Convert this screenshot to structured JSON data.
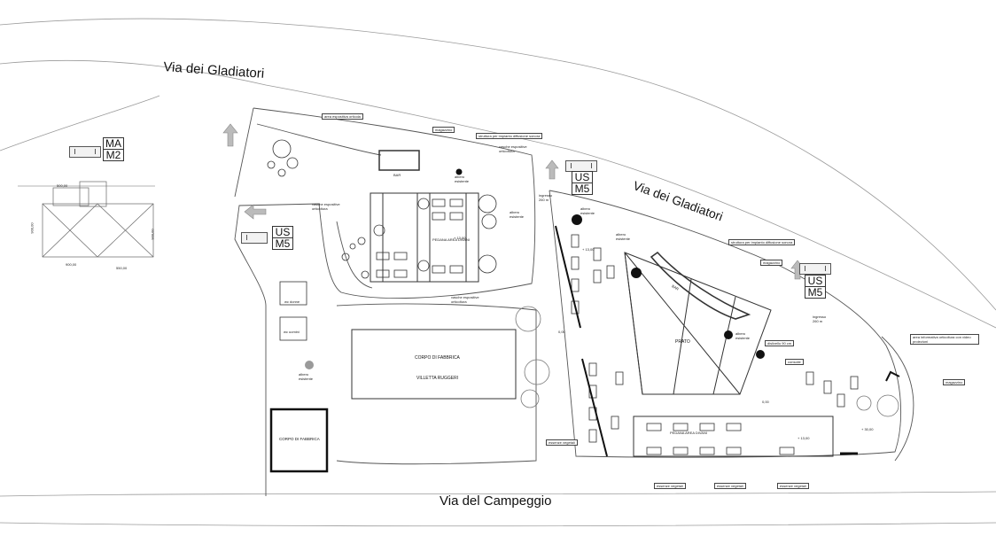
{
  "streets": {
    "north": "Via dei Gladiatori",
    "east": "Via dei Gladiatori",
    "south": "Via del Campeggio"
  },
  "zone_codes": [
    {
      "top": "MA",
      "bottom": "M2"
    },
    {
      "top": "US",
      "bottom": "M5"
    },
    {
      "top": "US",
      "bottom": "M5"
    },
    {
      "top": "US",
      "bottom": "M5"
    }
  ],
  "buildings": {
    "factory_main": {
      "line1": "CORPO DI FABBRICA",
      "line2": "VILLETTA RUGGERI"
    },
    "factory_small": "CORPO DI FABBRICA",
    "wc_women": "wc donne",
    "wc_men": "wc uomini"
  },
  "areas": {
    "prato": "PRATO",
    "pedana_west": "PEDANA AREA DIVANI",
    "pedana_east": "PEDANA AREA DIVANI",
    "bar_west": "BAR",
    "bar_east": "BAR"
  },
  "labels": {
    "area_espositiva": "area espositiva orticola",
    "magazzino_1": "magazzino",
    "struttura_1": "struttura per impianto diffusione sonora",
    "vasche_1": "vasche espositive orticoltura",
    "vasche_2": "vasche espositive orticoltura",
    "vasche_3": "vasche espositive orticoltura",
    "struttura_2": "struttura per impianto diffusione sonora",
    "magazzino_2": "magazzino",
    "area_info": "area informativa orticoltura con video proiezioni",
    "magazzino_3": "magazzino",
    "consolle": "consolle",
    "dislivello": "dislivello 90 cm",
    "essenze_1": "essenze vegetali",
    "essenze_2": "essenze vegetali",
    "essenze_3": "essenze vegetali",
    "essenze_4": "essenze vegetali"
  },
  "trees": [
    {
      "line1": "albero",
      "line2": "esistente"
    },
    {
      "line1": "albero",
      "line2": "esistente"
    },
    {
      "line1": "albero",
      "line2": "esistente"
    },
    {
      "line1": "albero",
      "line2": "esistente"
    },
    {
      "line1": "albero",
      "line2": "esistente"
    },
    {
      "line1": "albero",
      "line2": "esistente"
    }
  ],
  "ingressi": [
    {
      "line1": "ingresso",
      "line2": "260 m"
    },
    {
      "line1": "ingresso",
      "line2": "260 m"
    }
  ],
  "elevations": [
    "+ 13,00",
    "+ 13,00",
    "0,00",
    "0,00",
    "+ 13,00",
    "+ 30,00"
  ],
  "dimensions": [
    "900,00",
    "900,00",
    "900,00",
    "550,00",
    "500,00"
  ]
}
